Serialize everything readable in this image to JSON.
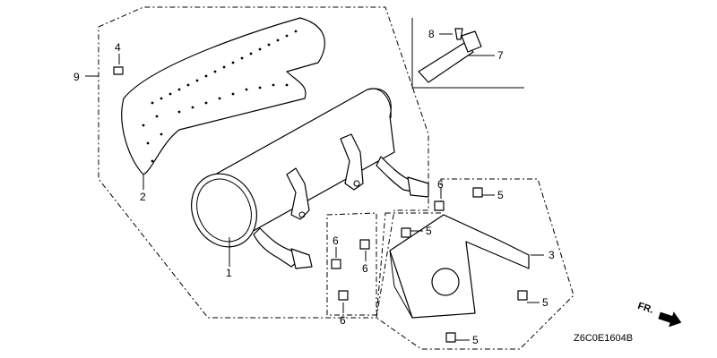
{
  "diagram": {
    "code": "Z6C0E1604B",
    "direction_label": "FR.",
    "callouts": {
      "c1": "1",
      "c2": "2",
      "c3": "3",
      "c4": "4",
      "c5a": "5",
      "c5b": "5",
      "c5c": "5",
      "c5d": "5",
      "c6a": "6",
      "c6b": "6",
      "c6c": "6",
      "c6d": "6",
      "c7": "7",
      "c8": "8",
      "c9": "9"
    }
  }
}
